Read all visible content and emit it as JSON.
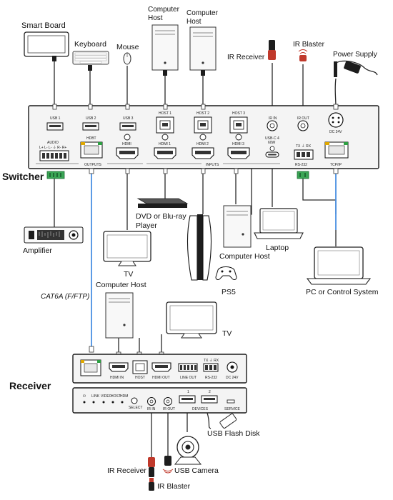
{
  "labels": {
    "smart_board": "Smart  Board",
    "keyboard": "Keyboard",
    "mouse": "Mouse",
    "computer_host_top1_l1": "Computer",
    "computer_host_top1_l2": "Host",
    "computer_host_top2_l1": "Computer",
    "computer_host_top2_l2": "Host",
    "ir_receiver_top": "IR Receiver",
    "ir_blaster_top": "IR Blaster",
    "power_supply": "Power Supply",
    "switcher": "Switcher",
    "amplifier": "Amplifier",
    "dvd_l1": "DVD or Blu-ray",
    "dvd_l2": "Player",
    "tv_top": "TV",
    "computer_host_mid": "Computer Host",
    "laptop": "Laptop",
    "ps5": "PS5",
    "pc_control": "PC or Control System",
    "cat6a": "CAT6A (F/FTP)",
    "computer_host_rx": "Computer Host",
    "tv_rx": "TV",
    "receiver": "Receiver",
    "usb_flash": "USB Flash Disk",
    "ir_receiver_bottom": "IR Receiver",
    "usb_camera": "USB Camera",
    "ir_blaster_bottom": "IR Blaster"
  },
  "switcher_panel": {
    "usb1": "USB 1",
    "usb2": "USB 2",
    "usb3": "USB 3",
    "host1": "HOST 1",
    "host2": "HOST 2",
    "host3": "HOST 3",
    "ir_in": "IR IN",
    "ir_out": "IR OUT",
    "dc24v": "DC 24V",
    "audio": "AUDIO",
    "audio_pins": "L+  L-  L-  ⏚  R-  R+",
    "hdbt": "HDBT",
    "hdmi": "HDMI",
    "hdmi1": "HDMI 1",
    "hdmi2": "HDMI 2",
    "hdmi3": "HDMI 3",
    "usbc_l1": "USB-C 4",
    "usbc_l2": "60W",
    "txrx": "TX  ⏚  RX",
    "outputs": "OUTPUTS",
    "inputs": "INPUTS",
    "rs232": "RS-232",
    "tcpip": "TCP/IP"
  },
  "receiver_panel": {
    "hdmi_in": "HDMI IN",
    "host": "HOST",
    "hdmi_out": "HDMI OUT",
    "line_out": "LINE OUT",
    "rs232": "RS-232",
    "dc24v": "DC 24V",
    "txrx": "TX  ⏚  RX",
    "led_power": "⏻",
    "led_link": "LINK",
    "led_video": "VIDEO",
    "led_host": "HOST",
    "led_hdm": "HDM",
    "select": "SELECT",
    "ir_in": "IR IN",
    "ir_out": "IR OUT",
    "devices": "DEVICES",
    "service": "SERVICE",
    "port1": "1",
    "port2": "2"
  }
}
